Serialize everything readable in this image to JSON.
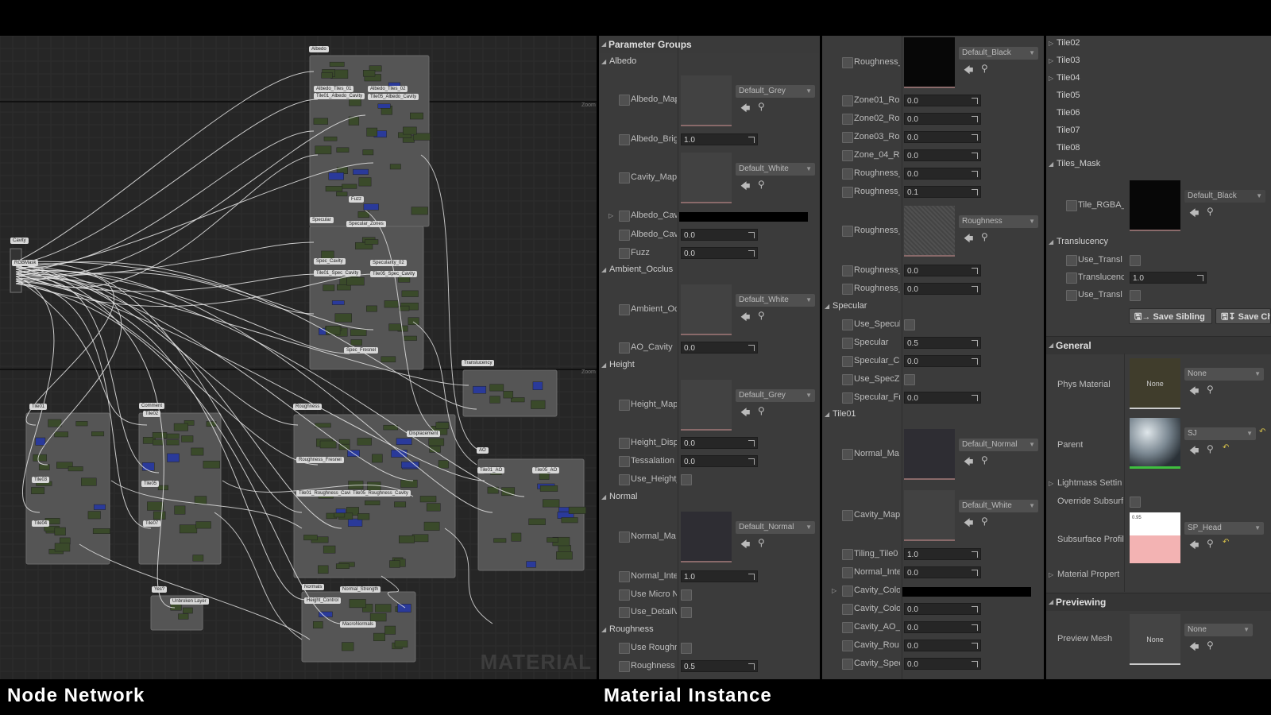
{
  "captions": {
    "left": "Node Network",
    "right": "Material Instance"
  },
  "graph": {
    "watermark": "MATERIAL",
    "zoom_label": "Zoom",
    "node_labels": [
      "Albedo",
      "Albedo_Tiles_01",
      "Albedo_Tiles_02",
      "Tile01_Albedo_Cavity",
      "Tile05_Albedo_Cavity",
      "Fuzz",
      "Specular",
      "Specular_Zones",
      "Spec_Cavity",
      "Specularity_02",
      "Tile01_Spec_Cavity",
      "Tile05_Spec_Cavity",
      "Spec_Fresnel",
      "Cavity",
      "RGBMask",
      "Translucency",
      "Roughness",
      "Displacement",
      "Comment",
      "Roughness_Fresnel",
      "Tile01_Roughness_Cavity",
      "Tile05_Roughness_Cavity",
      "Tile01_AO",
      "Tile05_AO",
      "Normals",
      "Normal_Strength",
      "Height_Control",
      "MacroNormals",
      "Tile01",
      "Tile03",
      "Tile04",
      "Tile02",
      "Tile05",
      "Tile07",
      "Unbroken Layer",
      "Yes?",
      "AO"
    ]
  },
  "panel1": {
    "header": "Parameter Groups",
    "albedo": {
      "group": "Albedo",
      "p1": "Albedo_Map",
      "p1_dd": "Default_Grey",
      "p2": "Albedo_Brig",
      "p2_v": "1.0",
      "p3": "Cavity_Map",
      "p3_dd": "Default_White",
      "p4": "Albedo_Cav",
      "p5": "Albedo_Cav",
      "p5_v": "0.0",
      "p6": "Fuzz",
      "p6_v": "0.0"
    },
    "ao": {
      "group": "Ambient_Occlus",
      "p1": "Ambient_Oc",
      "p1_dd": "Default_White",
      "p2": "AO_Cavity",
      "p2_v": "0.0"
    },
    "height": {
      "group": "Height",
      "p1": "Height_Map",
      "p1_dd": "Default_Grey",
      "p2": "Height_Disp",
      "p2_v": "0.0",
      "p3": "Tessalation",
      "p3_v": "0.0",
      "p4": "Use_Height_"
    },
    "normal": {
      "group": "Normal",
      "p1": "Normal_Ma",
      "p1_dd": "Default_Normal",
      "p2": "Normal_Inte",
      "p2_v": "1.0",
      "p3": "Use Micro N",
      "p4": "Use_DetailV"
    },
    "roughness": {
      "group": "Roughness",
      "p1": "Use Roughn",
      "p2": "Roughness",
      "p2_v": "0.5"
    }
  },
  "panel2": {
    "r1": "Roughness_",
    "r1_dd": "Default_Black",
    "z1": "Zone01_Rou",
    "z1_v": "0.0",
    "z2": "Zone02_Rou",
    "z2_v": "0.0",
    "z3": "Zone03_Rou",
    "z3_v": "0.0",
    "z4": "Zone_04_Ro",
    "z4_v": "0.0",
    "r2": "Roughness_",
    "r2_v": "0.0",
    "r3": "Roughness_",
    "r3_v": "0.1",
    "r4": "Roughness_",
    "r4_dd": "Roughness",
    "r5": "Roughness_",
    "r5_v": "0.0",
    "r6": "Roughness_",
    "r6_v": "0.0",
    "spec_group": "Specular",
    "s1": "Use_Specul",
    "s2": "Specular",
    "s2_v": "0.5",
    "s3": "Specular_C",
    "s3_v": "0.0",
    "s4": "Use_SpecZ",
    "s5": "Specular_Fr",
    "s5_v": "0.0",
    "tile_group": "Tile01",
    "t1": "Normal_Ma",
    "t1_dd": "Default_Normal",
    "t2": "Cavity_Map",
    "t2_dd": "Default_White",
    "t3": "Tiling_Tile0",
    "t3_v": "1.0",
    "t4": "Normal_Inte",
    "t4_v": "0.0",
    "t5": "Cavity_Colo",
    "t6": "Cavity_Colo",
    "t6_v": "0.0",
    "t7": "Cavity_AO_",
    "t7_v": "0.0",
    "t8": "Cavity_Rou",
    "t8_v": "0.0",
    "t9": "Cavity_Spec",
    "t9_v": "0.0"
  },
  "panel3": {
    "tiles": [
      "Tile02",
      "Tile03",
      "Tile04",
      "Tile05",
      "Tile06",
      "Tile07",
      "Tile08"
    ],
    "tiles_mask": "Tiles_Mask",
    "tile_rgba": "Tile_RGBA_I",
    "tile_rgba_dd": "Default_Black",
    "translucency": "Translucency",
    "tr1": "Use_Transl",
    "tr2": "Translucenc",
    "tr2_v": "1.0",
    "tr3": "Use_Transl",
    "save_sibling": "Save Sibling",
    "save_child": "Save Ch",
    "general": "General",
    "phys_material": "Phys Material",
    "phys_thumb": "None",
    "phys_dd": "None",
    "parent": "Parent",
    "parent_dd": "SJ",
    "lightmass": "Lightmass Settin",
    "override_sss": "Override Subsurf",
    "sss_profile": "Subsurface Profil",
    "sss_dd": "SP_Head",
    "sss_thumb_txt": "0.95",
    "material_props": "Material Propert",
    "previewing": "Previewing",
    "preview_mesh": "Preview Mesh",
    "preview_thumb": "None",
    "preview_dd": "None"
  }
}
